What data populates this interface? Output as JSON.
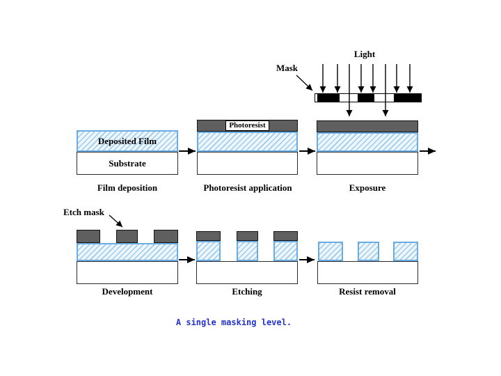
{
  "slide": {
    "caption": "A single masking level."
  },
  "annotations": {
    "light_label": "Light",
    "mask_label": "Mask",
    "etch_mask_label": "Etch mask"
  },
  "layers": {
    "deposited_film": "Deposited Film",
    "substrate": "Substrate",
    "photoresist": "Photoresist"
  },
  "steps": [
    {
      "label": "Film deposition"
    },
    {
      "label": "Photoresist application"
    },
    {
      "label": "Exposure"
    },
    {
      "label": "Development"
    },
    {
      "label": "Etching"
    },
    {
      "label": "Resist removal"
    }
  ],
  "colors": {
    "film_border": "#6bade2",
    "film_hatch": "#9ccaec",
    "film_bg": "#eef6fd",
    "resist_gray": "#5f5f5f",
    "outline_black": "#2a2a2a",
    "mask_black": "#000000",
    "caption_blue": "#2433cc"
  }
}
